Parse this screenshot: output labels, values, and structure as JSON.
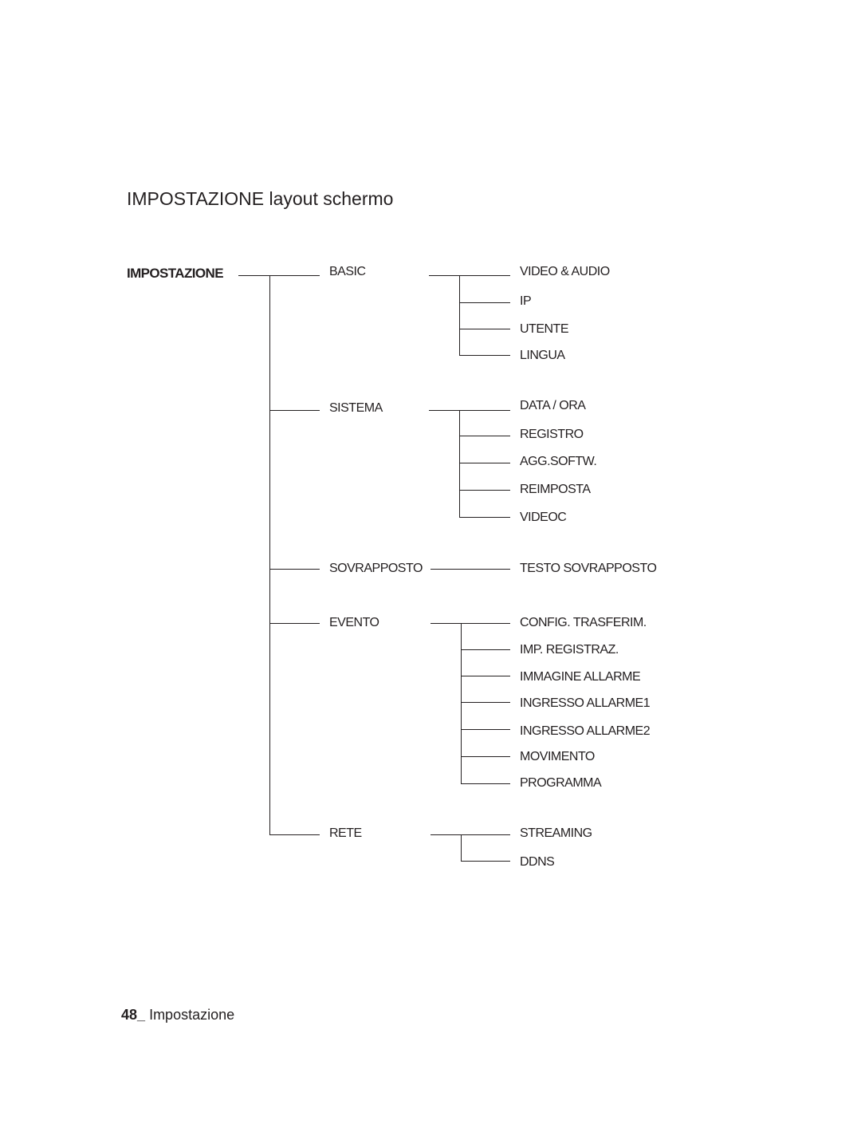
{
  "title": "IMPOSTAZIONE layout schermo",
  "root": "IMPOSTAZIONE",
  "level1": {
    "basic": "BASIC",
    "sistema": "SISTEMA",
    "sovrapposto": "SOVRAPPOSTO",
    "evento": "EVENTO",
    "rete": "RETE"
  },
  "basic_items": [
    "VIDEO & AUDIO",
    "IP",
    "UTENTE",
    "LINGUA"
  ],
  "sistema_items": [
    "DATA / ORA",
    "REGISTRO",
    "AGG.SOFTW.",
    "REIMPOSTA",
    "VIDEOC"
  ],
  "sovrapposto_items": [
    "TESTO SOVRAPPOSTO"
  ],
  "evento_items": [
    "CONFIG. TRASFERIM.",
    "IMP. REGISTRAZ.",
    "IMMAGINE ALLARME",
    "INGRESSO ALLARME1",
    "INGRESSO ALLARME2",
    "MOVIMENTO",
    "PROGRAMMA"
  ],
  "rete_items": [
    "STREAMING",
    "DDNS"
  ],
  "footer": {
    "page_number": "48_",
    "section": "Impostazione"
  }
}
